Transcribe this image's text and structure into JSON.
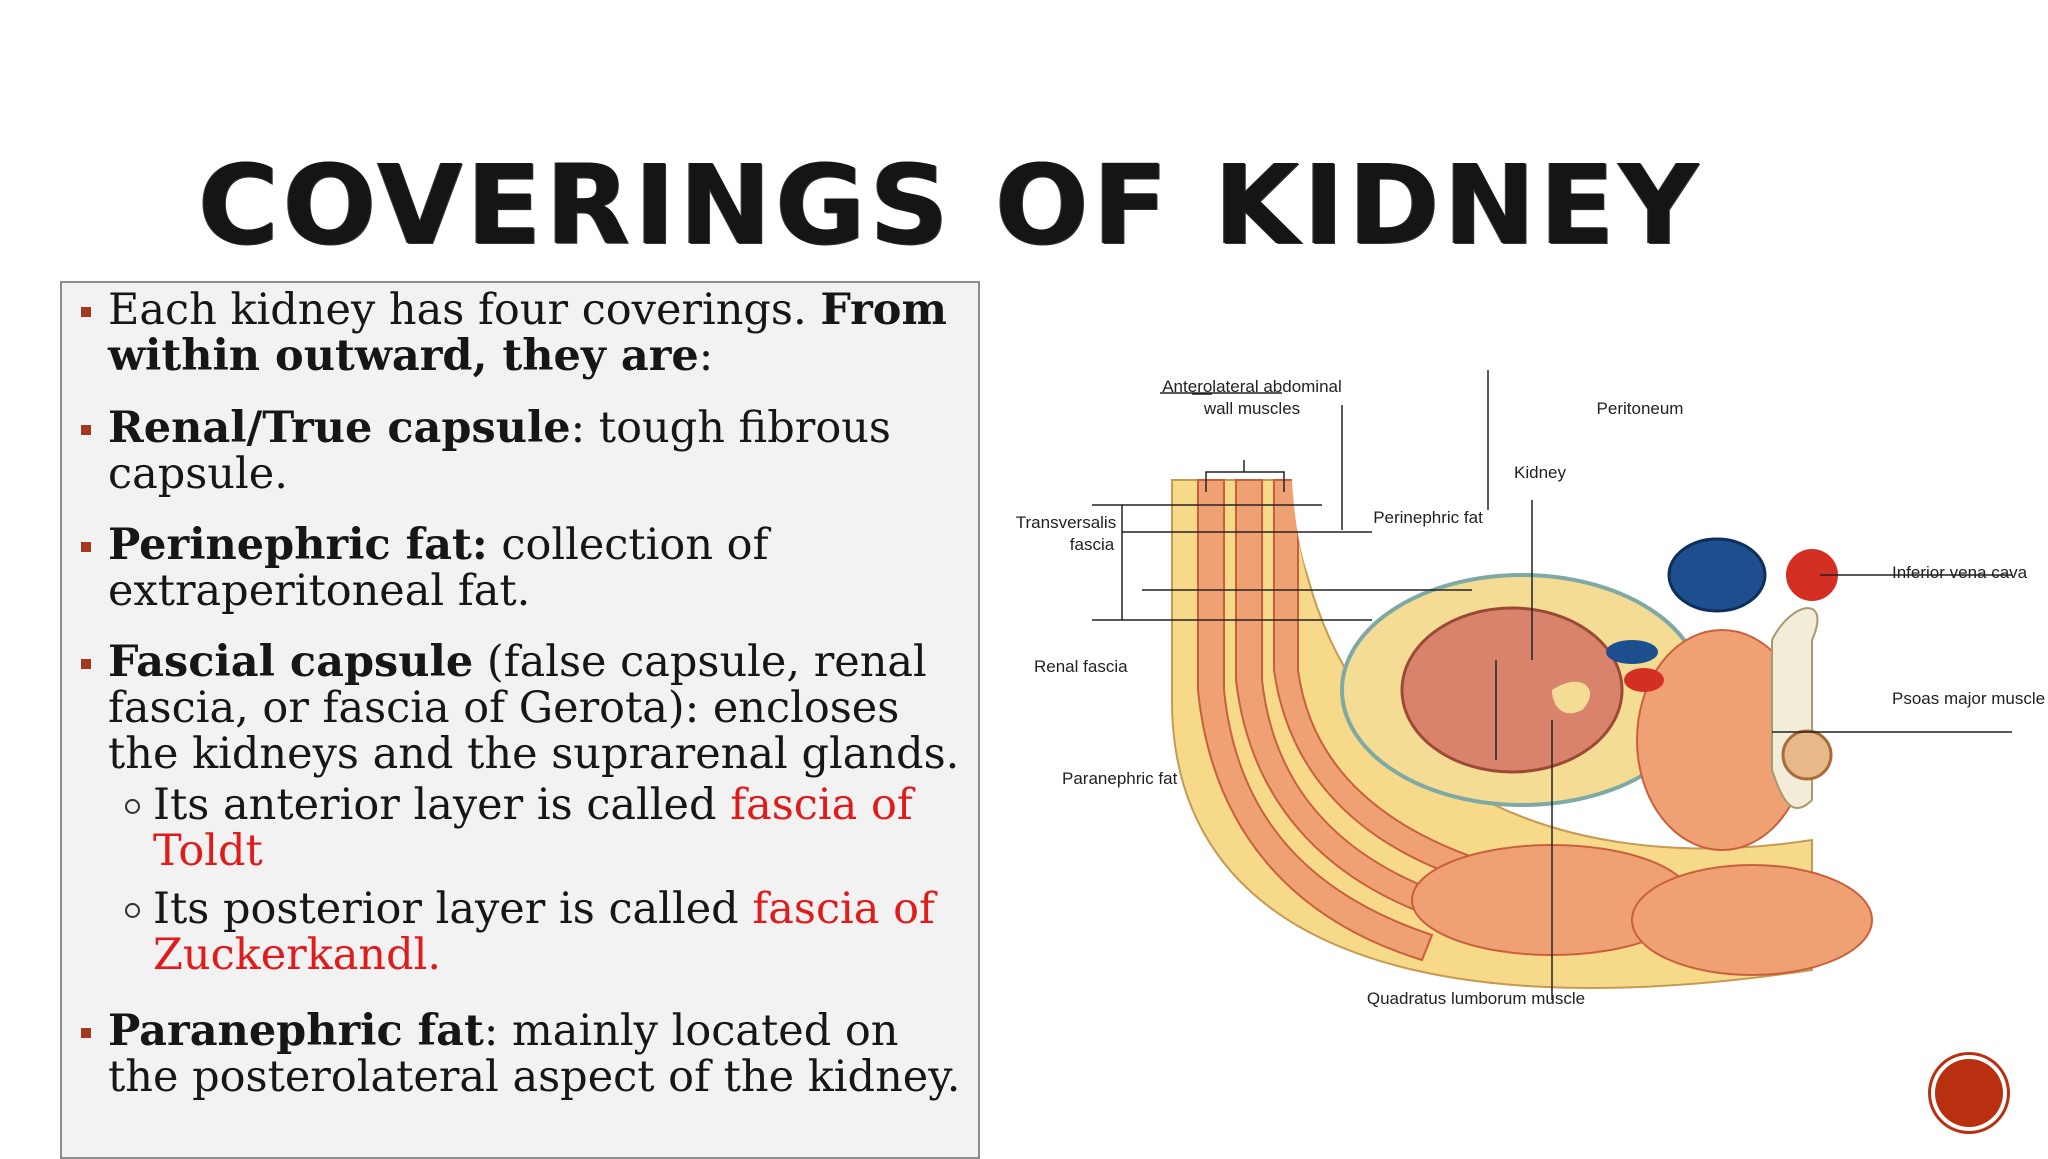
{
  "title": "COVERINGS OF KIDNEY",
  "content": {
    "b1": {
      "normal": "Each kidney has four coverings. ",
      "bold": "From within outward, they are",
      "tail": ":"
    },
    "b2": {
      "bold": "Renal/True capsule",
      "text": ": tough fibrous capsule."
    },
    "b3": {
      "bold": "Perinephric fat:",
      "text": " collection of extraperitoneal fat."
    },
    "b4": {
      "bold": "Fascial capsule",
      "text": " (false capsule, renal fascia, or fascia of Gerota): encloses the kidneys and the suprarenal glands."
    },
    "s1": {
      "text": "Its anterior layer is called ",
      "red": "fascia of Toldt"
    },
    "s2": {
      "text": "Its posterior layer is called ",
      "red": "fascia of Zuckerkandl."
    },
    "b5": {
      "bold": "Paranephric fat",
      "text": ": mainly located on the posterolateral aspect of the kidney."
    }
  },
  "figure": {
    "labels": {
      "anterolateral_l1": "Anterolateral abdominal",
      "anterolateral_l2": "wall muscles",
      "peritoneum": "Peritoneum",
      "kidney": "Kidney",
      "transversalis_l1": "Transversalis",
      "transversalis_l2": "fascia",
      "perinephric_fat": "Perinephric fat",
      "inferior_vena_cava": "Inferior vena cava",
      "renal_fascia": "Renal fascia",
      "psoas_major": "Psoas major muscle",
      "paranephric_fat": "Paranephric fat",
      "quadratus_lumborum": "Quadratus lumborum muscle"
    },
    "colors": {
      "fat": "#f7d98a",
      "muscle": "#f0a173",
      "kidney": "#d9826c",
      "ivc": "#d32f22",
      "vein": "#1d4f8f",
      "bone": "#f2ecd8"
    }
  },
  "nav": {
    "button_icon": "next-slide-circle"
  }
}
